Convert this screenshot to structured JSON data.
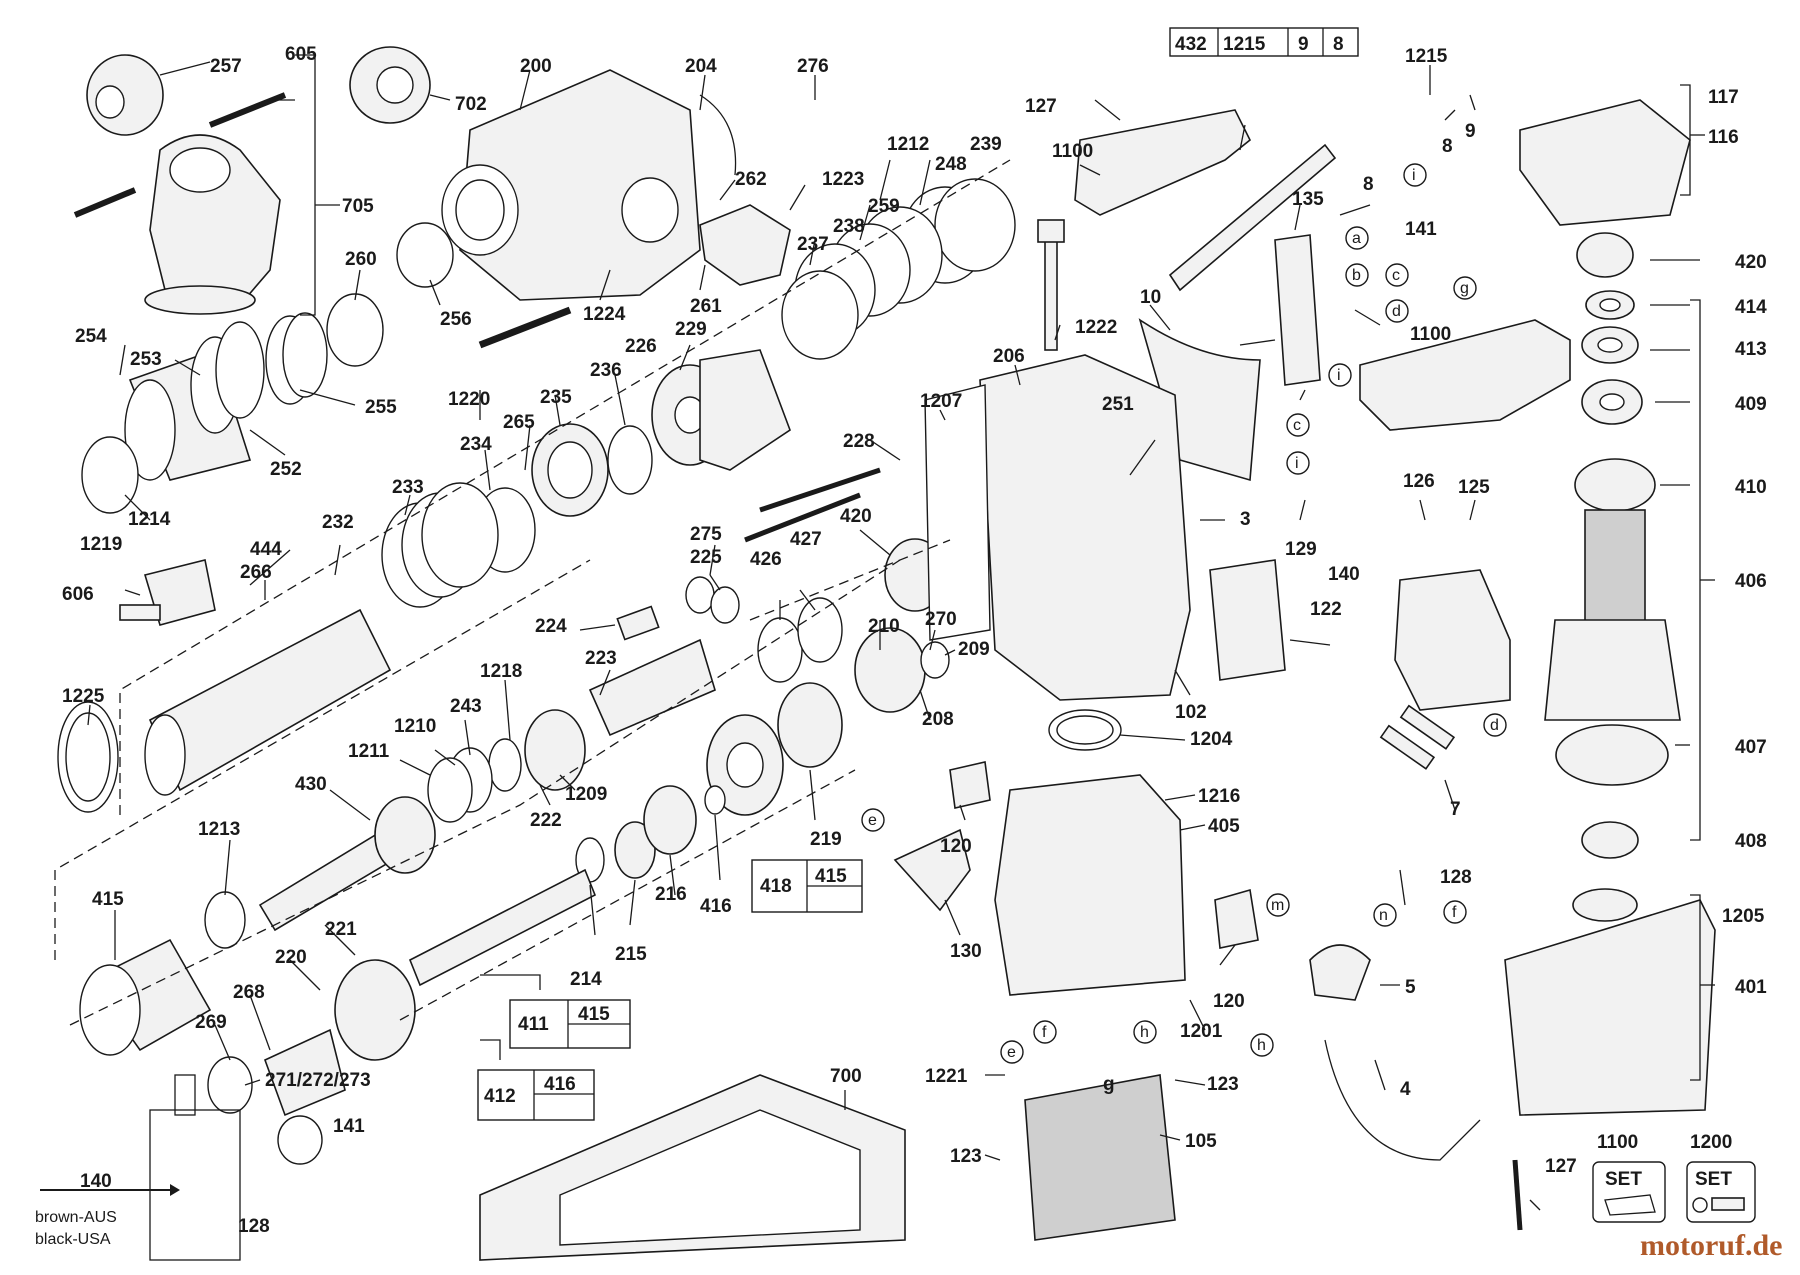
{
  "diagram": {
    "labels": {
      "l_257": "257",
      "l_605": "605",
      "l_702": "702",
      "l_200": "200",
      "l_204": "204",
      "l_276": "276",
      "l_705": "705",
      "l_262": "262",
      "l_1223": "1223",
      "l_1212": "1212",
      "l_239": "239",
      "l_248": "248",
      "l_238": "238",
      "l_259": "259",
      "l_237": "237",
      "l_260": "260",
      "l_256": "256",
      "l_1224": "1224",
      "l_261": "261",
      "l_254": "254",
      "l_253": "253",
      "l_255": "255",
      "l_1220": "1220",
      "l_235": "235",
      "l_226": "226",
      "l_229": "229",
      "l_236": "236",
      "l_252": "252",
      "l_265": "265",
      "l_234": "234",
      "l_233": "233",
      "l_1214": "1214",
      "l_1219": "1219",
      "l_232": "232",
      "l_444": "444",
      "l_228": "228",
      "l_275": "275",
      "l_225": "225",
      "l_426": "426",
      "l_427": "427",
      "l_420a": "420",
      "l_266": "266",
      "l_606": "606",
      "l_224": "224",
      "l_223": "223",
      "l_210": "210",
      "l_270": "270",
      "l_209": "209",
      "l_1225": "1225",
      "l_1218": "1218",
      "l_243": "243",
      "l_1210": "1210",
      "l_208": "208",
      "l_1211": "1211",
      "l_430": "430",
      "l_1209": "1209",
      "l_222": "222",
      "l_219": "219",
      "l_1213": "1213",
      "l_418": "418",
      "l_415b": "415",
      "l_416": "416",
      "l_216": "216",
      "l_215": "215",
      "l_214": "214",
      "l_415a": "415",
      "l_221": "221",
      "l_220": "220",
      "l_268": "268",
      "l_269": "269",
      "l_271": "271/272/273",
      "l_411": "411",
      "l_415c": "415",
      "l_412": "412",
      "l_416b": "416",
      "l_141b": "141",
      "l_140b": "140",
      "l_128b": "128",
      "l_127a": "127",
      "l_1100a": "1100",
      "l_10": "10",
      "l_1222": "1222",
      "l_206": "206",
      "l_1207": "1207",
      "l_251": "251",
      "l_3": "3",
      "l_122": "122",
      "l_102": "102",
      "l_1204": "1204",
      "l_1216": "1216",
      "l_405": "405",
      "l_120a": "120",
      "l_130": "130",
      "l_120b": "120",
      "l_1201": "1201",
      "l_1221": "1221",
      "l_123a": "123",
      "l_123b": "123",
      "l_105": "105",
      "l_700": "700",
      "l_1215": "1215",
      "l_8a": "8",
      "l_9a": "9",
      "l_8b": "8",
      "l_141": "141",
      "l_135": "135",
      "l_129": "129",
      "l_140": "140",
      "l_126": "126",
      "l_125": "125",
      "l_1100b": "1100",
      "l_7": "7",
      "l_128": "128",
      "l_5": "5",
      "l_4": "4",
      "l_117": "117",
      "l_116": "116",
      "l_420": "420",
      "l_414": "414",
      "l_413": "413",
      "l_409": "409",
      "l_410": "410",
      "l_406": "406",
      "l_407": "407",
      "l_408": "408",
      "l_1205": "1205",
      "l_401": "401",
      "l_127b": "127",
      "l_1100c": "1100",
      "l_1200": "1200"
    },
    "callouts": {
      "c_a": "a",
      "c_b": "b",
      "c_c": "c",
      "c_d": "d",
      "c_i1": "i",
      "c_g1": "g",
      "c_i2": "i",
      "c_c2": "c",
      "c_i3": "i",
      "c_d2": "d",
      "c_f1": "f",
      "c_m": "m",
      "c_n": "n",
      "c_e1": "e",
      "c_f2": "f",
      "c_e2": "e",
      "c_h1": "h",
      "c_h2": "h",
      "c_g2": "g"
    },
    "header_box": [
      "432",
      "1215",
      "9",
      "8"
    ],
    "set_badge": "SET",
    "wiring_note_1": "brown-AUS",
    "wiring_note_2": "black-USA",
    "watermark": "motoruf.de"
  }
}
